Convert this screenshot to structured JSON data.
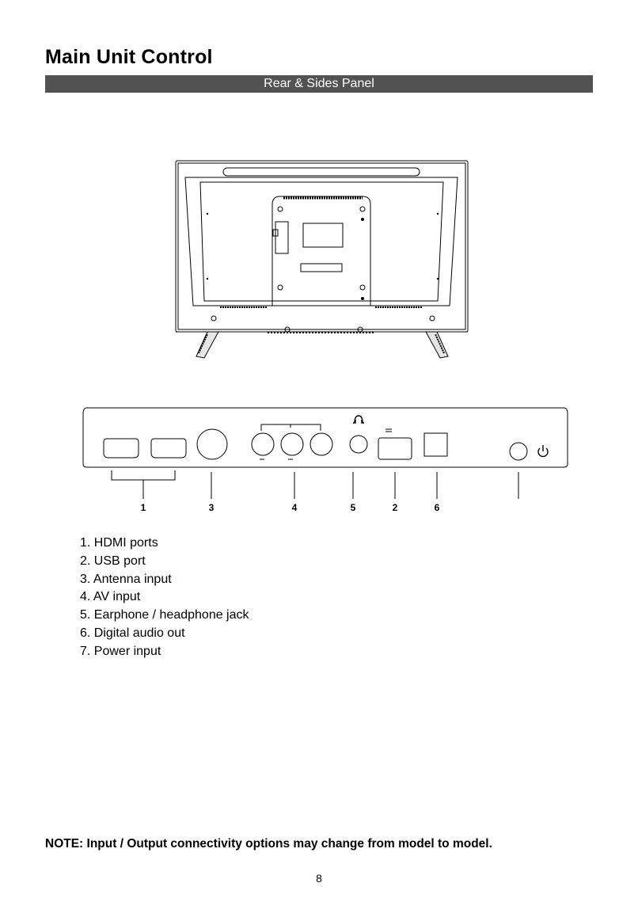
{
  "header": {
    "title": "Main Unit Control",
    "banner": "Rear & Sides Panel"
  },
  "diagram": {
    "callouts": [
      "1",
      "3",
      "4",
      "5",
      "2",
      "6"
    ],
    "headphone_icon": "headphone-icon",
    "power_icon": "power-icon"
  },
  "legend": {
    "items": [
      {
        "num": "1.",
        "text": "HDMI ports"
      },
      {
        "num": "2.",
        "text": "USB port"
      },
      {
        "num": "3.",
        "text": "Antenna input"
      },
      {
        "num": "4.",
        "text": "AV input"
      },
      {
        "num": "5.",
        "text": "Earphone / headphone jack"
      },
      {
        "num": "6.",
        "text": "Digital audio out"
      },
      {
        "num": "7.",
        "text": "Power input"
      }
    ]
  },
  "footer": {
    "note": "NOTE: Input / Output connectivity options may change from model to model.",
    "page_number": "8"
  }
}
